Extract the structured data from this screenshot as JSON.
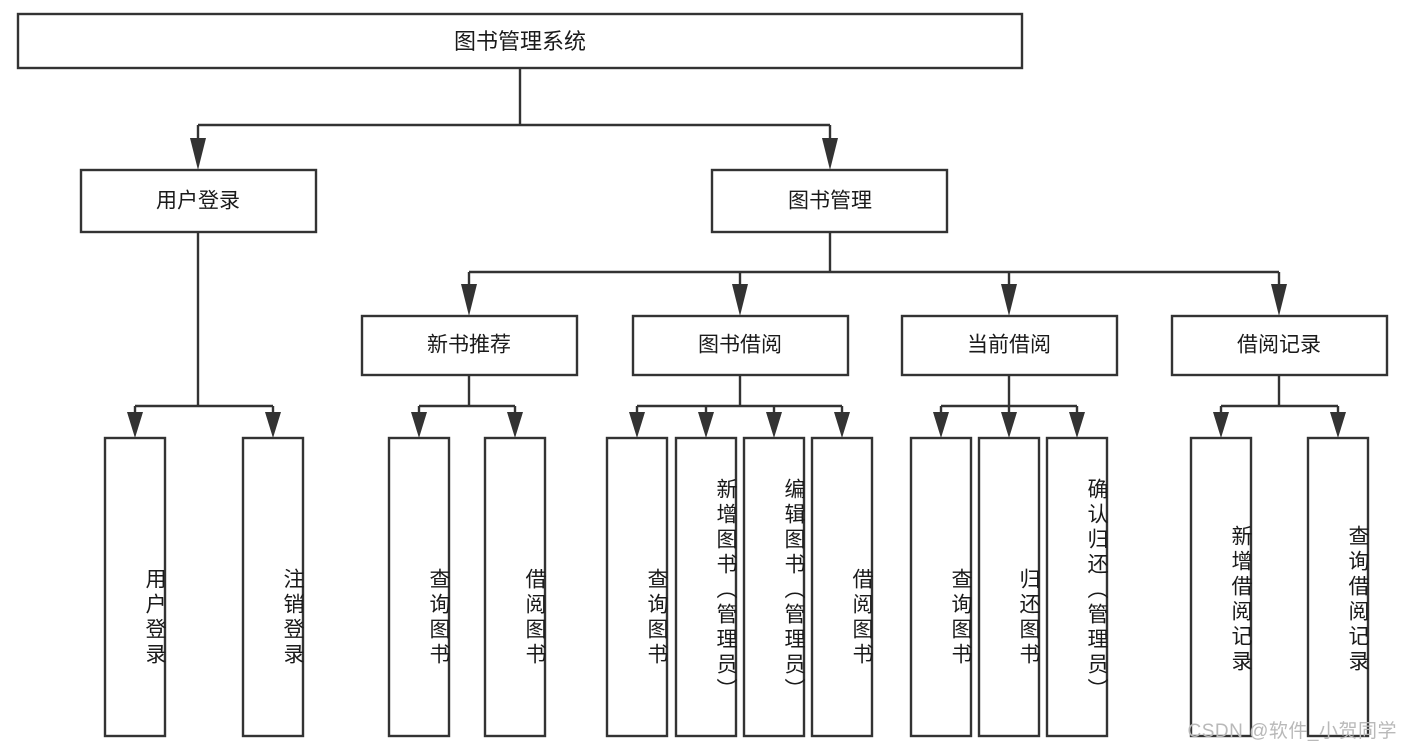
{
  "diagram": {
    "type": "tree-hierarchy",
    "title": "图书管理系统",
    "orientation": "top-down",
    "watermark": "CSDN @软件_小贺同学",
    "colors": {
      "box_stroke": "#333333",
      "box_fill": "#ffffff",
      "text": "#1a1a1a",
      "background": "#ffffff",
      "watermark": "#b9b9b9"
    },
    "root": {
      "label": "图书管理系统"
    },
    "level2": [
      {
        "label": "用户登录"
      },
      {
        "label": "图书管理"
      }
    ],
    "level3": [
      {
        "label": "新书推荐"
      },
      {
        "label": "图书借阅"
      },
      {
        "label": "当前借阅"
      },
      {
        "label": "借阅记录"
      }
    ],
    "leaves": {
      "user_login": [
        {
          "label": "用户登录"
        },
        {
          "label": "注销登录"
        }
      ],
      "new_book_recommend": [
        {
          "label": "查询图书"
        },
        {
          "label": "借阅图书"
        }
      ],
      "book_borrow": [
        {
          "label": "查询图书"
        },
        {
          "label": "新增图书（管理员）"
        },
        {
          "label": "编辑图书（管理员）"
        },
        {
          "label": "借阅图书"
        }
      ],
      "current_borrow": [
        {
          "label": "查询图书"
        },
        {
          "label": "归还图书"
        },
        {
          "label": "确认归还（管理员）"
        }
      ],
      "borrow_record": [
        {
          "label": "新增借阅记录"
        },
        {
          "label": "查询借阅记录"
        }
      ]
    }
  }
}
